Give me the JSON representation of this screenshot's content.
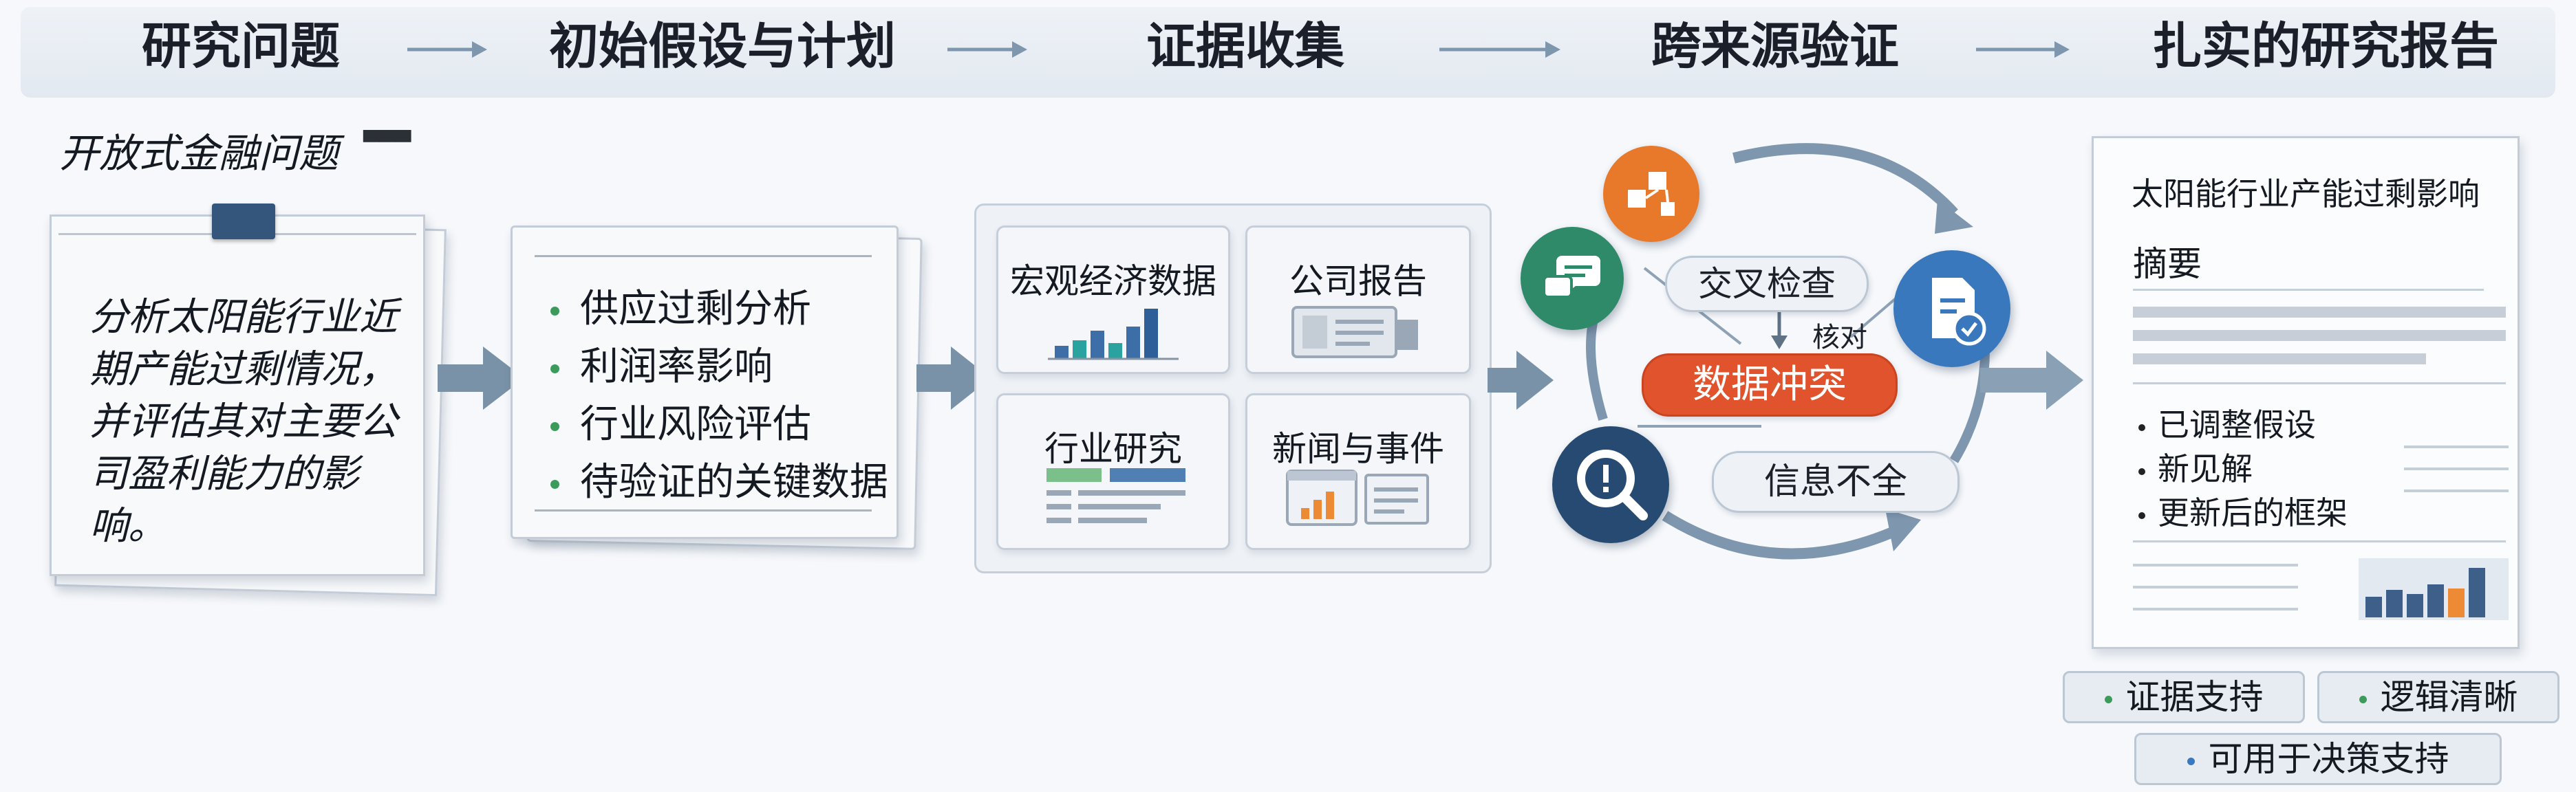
{
  "stages": [
    {
      "title": "研究问题"
    },
    {
      "title": "初始假设与计划"
    },
    {
      "title": "证据收集"
    },
    {
      "title": "跨来源验证"
    },
    {
      "title": "扎实的研究报告"
    }
  ],
  "question": {
    "subtitle": "开放式金融问题",
    "subtitle_mark": "▀▀▀",
    "text": "分析太阳能行业近期产能过剩情况，并评估其对主要公司盈利能力的影响。"
  },
  "hypothesis": {
    "items": [
      "供应过剩分析",
      "利润率影响",
      "行业风险评估",
      "待验证的关键数据"
    ]
  },
  "evidence": {
    "cards": [
      "宏观经济数据",
      "公司报告",
      "行业研究",
      "新闻与事件"
    ]
  },
  "verification": {
    "cross_check": "交叉检查",
    "verify": "核对",
    "conflict": "数据冲突",
    "incomplete": "信息不全"
  },
  "report": {
    "title": "太阳能行业产能过剩影响",
    "summary": "摘要",
    "bullets": [
      "已调整假设",
      "新见解",
      "更新后的框架"
    ],
    "tags": [
      "证据支持",
      "逻辑清晰",
      "可用于决策支持"
    ]
  },
  "colors": {
    "arrow": "#7f97ae",
    "conflict": "#e0532c",
    "orange_icon": "#e8792a",
    "green_icon": "#2f8a6a",
    "blue_icon": "#3a78bd",
    "navy_icon": "#274a72",
    "chart_blue": "#3d6ea8",
    "chart_teal": "#2aa3a0",
    "chart_orange": "#ec8a35"
  }
}
